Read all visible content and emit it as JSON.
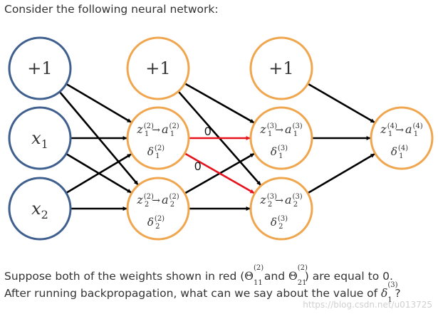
{
  "intro_text": "Consider the following neural network:",
  "colors": {
    "input_node": "#3f5f8f",
    "hidden_node": "#f0a64e",
    "edge": "#000000",
    "highlight_edge": "#e8121c"
  },
  "nodes": {
    "input_bias": "+1",
    "input_x1": "x",
    "input_x1_sub": "1",
    "input_x2": "x",
    "input_x2_sub": "2",
    "l2_bias": "+1",
    "l3_bias": "+1"
  },
  "neurons": [
    {
      "z_base": "z",
      "z_sub": "1",
      "z_sup": "(2)",
      "a_base": "a",
      "a_sub": "1",
      "a_sup": "(2)",
      "d_base": "δ",
      "d_sub": "1",
      "d_sup": "(2)"
    },
    {
      "z_base": "z",
      "z_sub": "2",
      "z_sup": "(2)",
      "a_base": "a",
      "a_sub": "2",
      "a_sup": "(2)",
      "d_base": "δ",
      "d_sub": "2",
      "d_sup": "(2)"
    },
    {
      "z_base": "z",
      "z_sub": "1",
      "z_sup": "(3)",
      "a_base": "a",
      "a_sub": "1",
      "a_sup": "(3)",
      "d_base": "δ",
      "d_sub": "1",
      "d_sup": "(3)"
    },
    {
      "z_base": "z",
      "z_sub": "2",
      "z_sup": "(3)",
      "a_base": "a",
      "a_sub": "2",
      "a_sup": "(3)",
      "d_base": "δ",
      "d_sub": "2",
      "d_sup": "(3)"
    },
    {
      "z_base": "z",
      "z_sub": "1",
      "z_sup": "(4)",
      "a_base": "a",
      "a_sub": "1",
      "a_sup": "(4)",
      "d_base": "δ",
      "d_sub": "1",
      "d_sup": "(4)"
    }
  ],
  "arrow_symbol": "→",
  "weight_labels": [
    "0",
    "0"
  ],
  "question": {
    "line1_before": "Suppose both of the weights shown in red (",
    "theta_a": "Θ",
    "theta_a_sup": "(2)",
    "theta_a_sub": "11",
    "line1_and": " and ",
    "theta_b": "Θ",
    "theta_b_sup": "(2)",
    "theta_b_sub": "21",
    "line1_after": ") are equal to 0.",
    "line2_before": "After running backpropagation, what can we say about the value of ",
    "delta": "δ",
    "delta_sup": "(3)",
    "delta_sub": "1",
    "line2_after": "?"
  },
  "watermark": "https://blog.csdn.net/u013725"
}
